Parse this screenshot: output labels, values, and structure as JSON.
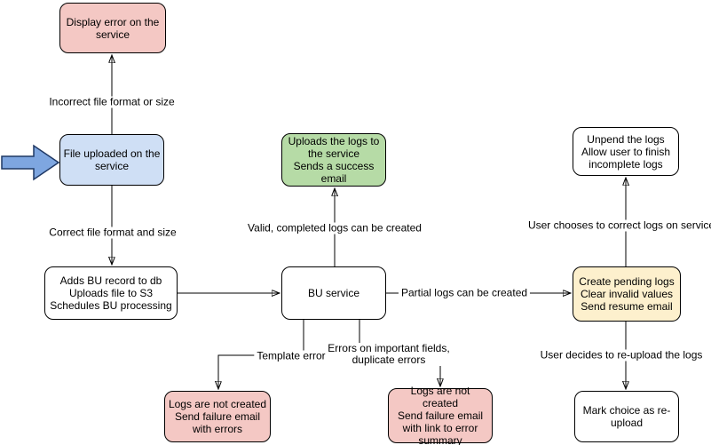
{
  "nodes": [
    {
      "id": "display-error",
      "label": [
        "Display error on the",
        "service"
      ],
      "color": "pink"
    },
    {
      "id": "file-uploaded",
      "label": [
        "File uploaded on the",
        "service"
      ],
      "color": "blue"
    },
    {
      "id": "adds-bu-record",
      "label": [
        "Adds BU record to db",
        "Uploads file to S3",
        "Schedules BU processing"
      ],
      "color": "white"
    },
    {
      "id": "bu-service",
      "label": [
        "BU service"
      ],
      "color": "white"
    },
    {
      "id": "uploads-logs",
      "label": [
        "Uploads the logs to",
        "the service",
        "Sends a success",
        "email"
      ],
      "color": "green"
    },
    {
      "id": "unpend-logs",
      "label": [
        "Unpend the logs",
        "Allow user to finish",
        "incomplete logs"
      ],
      "color": "white"
    },
    {
      "id": "create-pending-logs",
      "label": [
        "Create pending logs",
        "Clear invalid values",
        "Send resume email"
      ],
      "color": "yellow"
    },
    {
      "id": "logs-not-created-template",
      "label": [
        "Logs are not created",
        "Send failure email",
        "with errors"
      ],
      "color": "pink"
    },
    {
      "id": "logs-not-created-fields",
      "label": [
        "Logs are not created",
        "Send failure email",
        "with link to error",
        "summary"
      ],
      "color": "pink"
    },
    {
      "id": "mark-choice-reupload",
      "label": [
        "Mark choice as re-",
        "upload"
      ],
      "color": "white"
    }
  ],
  "edge_labels": {
    "incorrect_file": "Incorrect file format or size",
    "correct_file": "Correct file format and size",
    "valid_logs": "Valid, completed logs can be created",
    "partial_logs": "Partial logs can be created",
    "template_errors": "Template errors",
    "field_errors": [
      "Errors on important fields,",
      "duplicate errors"
    ],
    "user_corrects": "User chooses to correct logs on service",
    "user_reuploads": "User decides to re-upload the logs"
  },
  "icons": {
    "flow_entry_arrow": "thick-right-arrow"
  },
  "colors": {
    "pink": {
      "fill": "#f4c8c4",
      "stroke": "#000000"
    },
    "blue": {
      "fill": "#cfdff5",
      "stroke": "#000000"
    },
    "green": {
      "fill": "#b6dba6",
      "stroke": "#000000"
    },
    "yellow": {
      "fill": "#fdf0cd",
      "stroke": "#000000"
    },
    "white": {
      "fill": "#ffffff",
      "stroke": "#000000"
    },
    "arrow_icon": {
      "fill": "#7ea6e0",
      "stroke": "#1f3864"
    },
    "edge_line": "#000000"
  }
}
